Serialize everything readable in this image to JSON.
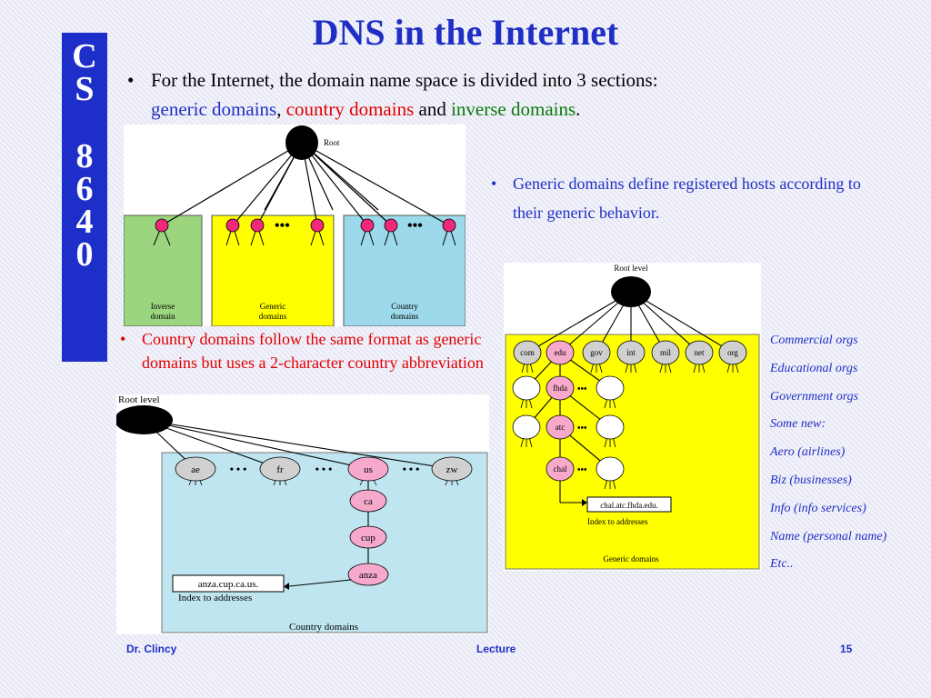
{
  "title": "DNS in the Internet",
  "course_label": {
    "line1": [
      "C",
      "S"
    ],
    "line2": [
      "8",
      "6",
      "4",
      "0"
    ]
  },
  "bullet1": {
    "text_a": "For the Internet, the domain name space is divided into 3 sections:",
    "generic": "generic domains",
    "comma": ",",
    "country": "country domains",
    "and": "and",
    "inverse": "inverse domains",
    "period": "."
  },
  "bullet2": "Generic domains define registered hosts according to their generic behavior.",
  "bullet3": "Country domains follow the same format as generic domains but uses a 2-character country abbreviation",
  "fig_top": {
    "root": "Root",
    "ellipsis": "•••",
    "inverse_label": [
      "Inverse",
      "domain"
    ],
    "generic_label": [
      "Generic",
      "domains"
    ],
    "country_label": [
      "Country",
      "domains"
    ],
    "colors": {
      "inverse": "#9bd67f",
      "generic": "#ffff00",
      "country": "#9cd9ea",
      "node": "#f0287a"
    }
  },
  "fig_generic": {
    "root": "Root level",
    "tlds": [
      "com",
      "edu",
      "gov",
      "int",
      "mil",
      "net",
      "org"
    ],
    "path": [
      "fhda",
      "atc",
      "chal"
    ],
    "dots": "•••",
    "address": "chal.atc.fhda.edu.",
    "index": "Index to addresses",
    "caption": "Generic domains",
    "colors": {
      "panel": "#ffff00",
      "pink": "#f7a9cc",
      "gray": "#d0d0d0"
    }
  },
  "fig_country": {
    "root": "Root level",
    "tlds": [
      "ae",
      "fr",
      "us",
      "zw"
    ],
    "dots": "• • •",
    "path": [
      "ca",
      "cup",
      "anza"
    ],
    "address": "anza.cup.ca.us.",
    "index": "Index to addresses",
    "caption": "Country domains",
    "colors": {
      "panel": "#bfe6f0",
      "pink": "#f7a9cc",
      "gray": "#d0d0d0"
    }
  },
  "generic_orgs": [
    "Commercial orgs",
    "Educational orgs",
    "Government orgs",
    "Some new:",
    "Aero (airlines)",
    "Biz (businesses)",
    "Info (info services)",
    "Name (personal name)",
    "Etc.."
  ],
  "footer": {
    "author": "Dr. Clincy",
    "center": "Lecture",
    "page": "15"
  }
}
